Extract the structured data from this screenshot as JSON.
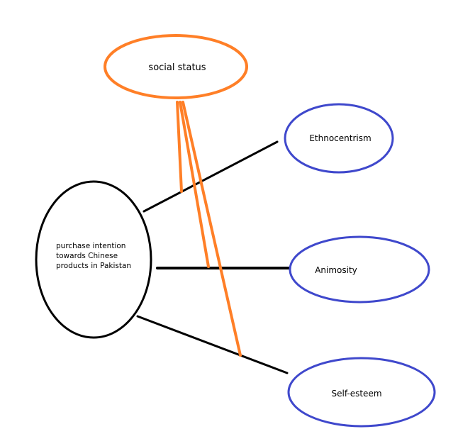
{
  "nodes": {
    "social_status": {
      "label": "social status",
      "border_color": "#ff7f27"
    },
    "ethnocentrism": {
      "label": "Ethnocentrism",
      "border_color": "#3f48cc"
    },
    "animosity": {
      "label": "Animosity",
      "border_color": "#3f48cc"
    },
    "self_esteem": {
      "label": "Self-esteem",
      "border_color": "#3f48cc"
    },
    "purchase_intention": {
      "label_lines": [
        "purchase intention",
        "towards Chinese",
        "products in Pakistan"
      ],
      "border_color": "#000000"
    }
  },
  "edge_colors": {
    "black": "#000000",
    "orange": "#ff7f27"
  }
}
